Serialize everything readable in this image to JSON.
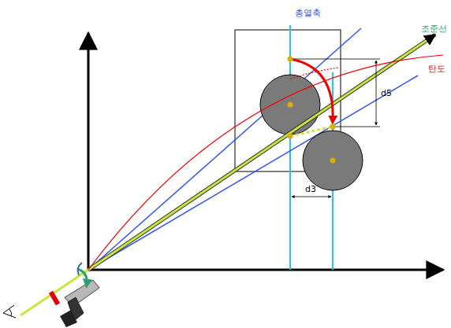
{
  "diagram": {
    "labels": [
      "총열축",
      "조준선",
      "탄도",
      "d5",
      "d3"
    ]
  }
}
